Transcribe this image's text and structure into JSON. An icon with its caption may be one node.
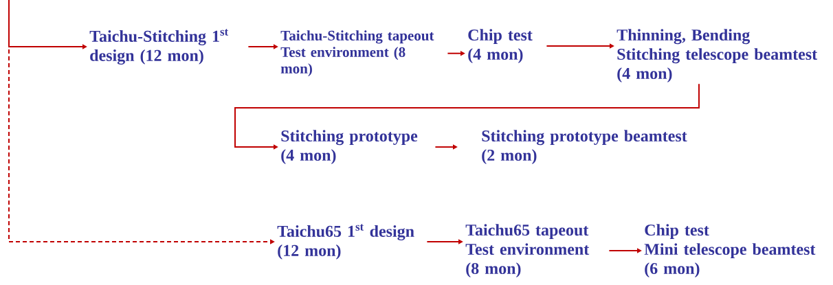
{
  "diagram": {
    "nodes": [
      {
        "text": [
          "Taichu-Stitching 1$^{st}$ design (12 mon)"
        ]
      },
      {
        "text": [
          "Taichu-Stitching tapeout",
          "Test environment (8 mon)"
        ]
      },
      {
        "text": [
          "Chip test (4 mon)"
        ]
      },
      {
        "text": [
          "Thinning, Bending",
          "Stitching telescope beamtest (4 mon)"
        ]
      },
      {
        "text": [
          "Stitching prototype (4 mon)"
        ]
      },
      {
        "text": [
          "Stitching prototype beamtest (2 mon)"
        ]
      },
      {
        "text": [
          "Taichu65 1$^{st}$ design (12 mon)"
        ]
      },
      {
        "text": [
          "Taichu65 tapeout",
          "Test environment (8 mon)"
        ]
      },
      {
        "text": [
          "Chip test",
          "Mini telescope beamtest (6 mon)"
        ]
      }
    ],
    "edges": [
      {
        "from": null,
        "to": 0,
        "arrow": "to"
      },
      {
        "from": null,
        "to": 6,
        "arrow": "to",
        "style": "dashed"
      },
      {
        "from": 0,
        "to": 1,
        "arrow": "to"
      },
      {
        "from": 1,
        "to": 2,
        "arrow": "to"
      },
      {
        "from": 2,
        "to": 3,
        "arrow": "to"
      },
      {
        "from": 3,
        "to": 4,
        "arrow": "to"
      },
      {
        "from": 4,
        "to": 5,
        "arrow": "to"
      },
      {
        "from": 6,
        "to": 7,
        "arrow": "to"
      },
      {
        "from": 7,
        "to": 8,
        "arrow": "to"
      }
    ]
  }
}
